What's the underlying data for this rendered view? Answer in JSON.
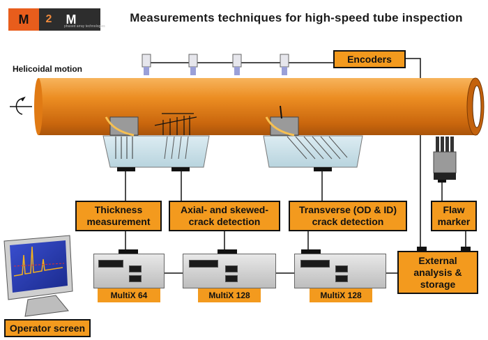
{
  "logo": {
    "letter1": "M",
    "number": "2",
    "letter2": "M",
    "tagline": "phased array technologies"
  },
  "title": "Measurements techniques for high-speed tube inspection",
  "motion_label": "Helicoidal motion",
  "boxes": {
    "encoders": "Encoders",
    "thickness": [
      "Thickness",
      "measurement"
    ],
    "axial": [
      "Axial- and skewed-",
      "crack detection"
    ],
    "transverse": [
      "Transverse (OD & ID)",
      "crack detection"
    ],
    "flaw": [
      "Flaw",
      "marker"
    ],
    "external": [
      "External",
      "analysis &",
      "storage"
    ],
    "operator": "Operator screen"
  },
  "instruments": [
    {
      "name": "MultiX 64"
    },
    {
      "name": "MultiX 128"
    },
    {
      "name": "MultiX 128"
    }
  ],
  "colors": {
    "tube": "#e8861c",
    "box": "#f39a1e",
    "line": "#111111"
  }
}
